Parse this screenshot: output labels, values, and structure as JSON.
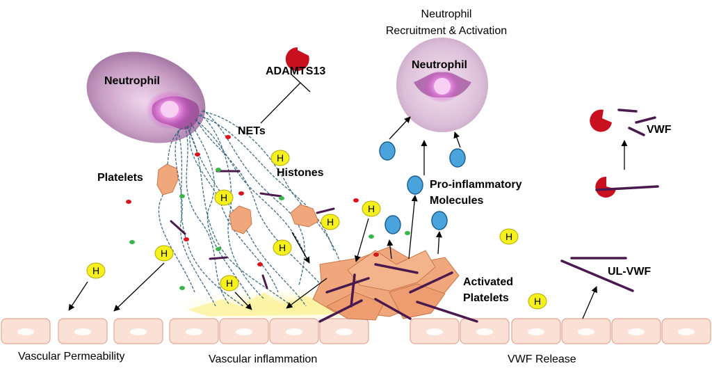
{
  "labels": {
    "neutrophil_left": "Neutrophil",
    "neutrophil_right": "Neutrophil",
    "recruitment_line1": "Neutrophil",
    "recruitment_line2": "Recruitment & Activation",
    "adamts13": "ADAMTS13",
    "nets": "NETs",
    "histones": "Histones",
    "platelets": "Platelets",
    "proinflammatory_line1": "Pro-inflammatory",
    "proinflammatory_line2": "Molecules",
    "activated_line1": "Activated",
    "activated_line2": "Platelets",
    "vwf": "VWF",
    "ul_vwf": "UL-VWF",
    "vascular_permeability": "Vascular Permeability",
    "vascular_inflammation": "Vascular inflammation",
    "vwf_release": "VWF Release",
    "histone_letter": "H"
  },
  "colors": {
    "neutrophil_fill": "#c9a0c6",
    "nucleus": "#e070d8",
    "net_fibers": "#2a5c78",
    "platelet": "#f0a77c",
    "platelet_stroke": "#c8774a",
    "histone": "#f5f01e",
    "molecule": "#4aa3dc",
    "adamts13": "#c8101e",
    "vwf_strand": "#4a1a4f",
    "endothelium": "#fbe0d6",
    "endothelium_stroke": "#e3a996",
    "inflammation_glow": "#fbf4a0"
  }
}
